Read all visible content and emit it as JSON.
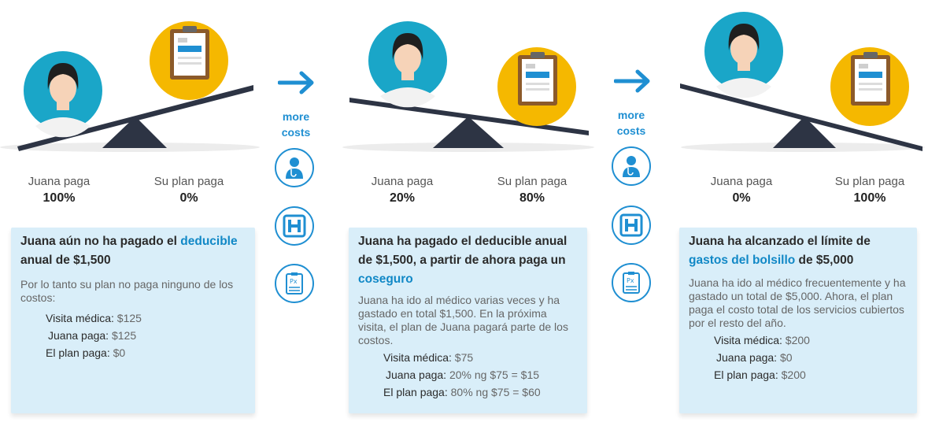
{
  "scenes": [
    {
      "juana_label": "Juana paga",
      "juana_pct": "100%",
      "plan_label": "Su plan paga",
      "plan_pct": "0%",
      "card": {
        "title_pre": "Juana aún no ha pagado el ",
        "title_link": "deducible",
        "title_post": " anual de $1,500",
        "body": "Por lo tanto su plan no paga ninguno de los costos:",
        "rows": [
          {
            "label": "Visita médica:",
            "value": " $125"
          },
          {
            "label": "Juana paga:",
            "value": " $125"
          },
          {
            "label": "El plan paga:",
            "value": " $0"
          }
        ]
      }
    },
    {
      "juana_label": "Juana paga",
      "juana_pct": "20%",
      "plan_label": "Su plan paga",
      "plan_pct": "80%",
      "card": {
        "title_pre": "Juana ha pagado el deducible anual de $1,500, a partir de ahora paga un ",
        "title_link": "coseguro",
        "title_post": "",
        "body": "Juana ha ido al médico varias veces y ha gastado en total $1,500. En la próxima visita, el plan de Juana pagará parte de los costos.",
        "rows": [
          {
            "label": "Visita médica:",
            "value": " $75"
          },
          {
            "label": "Juana paga:",
            "value": " 20% ng $75 = $15"
          },
          {
            "label": "El plan paga:",
            "value": " 80% ng $75 = $60"
          }
        ]
      }
    },
    {
      "juana_label": "Juana paga",
      "juana_pct": "0%",
      "plan_label": "Su plan paga",
      "plan_pct": "100%",
      "card": {
        "title_pre": "Juana ha alcanzado el límite de ",
        "title_link": "gastos del bolsillo",
        "title_post": " de $5,000",
        "body": "Juana ha ido al médico frecuentemente y ha gastado un total de $5,000. Ahora, el plan paga el costo total de los servicios cubiertos por el resto del año.",
        "rows": [
          {
            "label": "Visita médica:",
            "value": " $200"
          },
          {
            "label": "Juana paga:",
            "value": " $0"
          },
          {
            "label": "El plan paga:",
            "value": " $200"
          }
        ]
      }
    }
  ],
  "connectors": [
    {
      "label_line1": "more",
      "label_line2": "costs",
      "icons": [
        "doctor-icon",
        "hospital-icon",
        "prescription-icon"
      ]
    },
    {
      "label_line1": "more",
      "label_line2": "costs",
      "icons": [
        "doctor-icon",
        "hospital-icon",
        "prescription-icon"
      ]
    }
  ],
  "colors": {
    "accent": "#1f8fd2",
    "card_bg": "#d9eef9",
    "link": "#1188c6",
    "beam": "#2d3444",
    "coin": "#f5b800"
  }
}
